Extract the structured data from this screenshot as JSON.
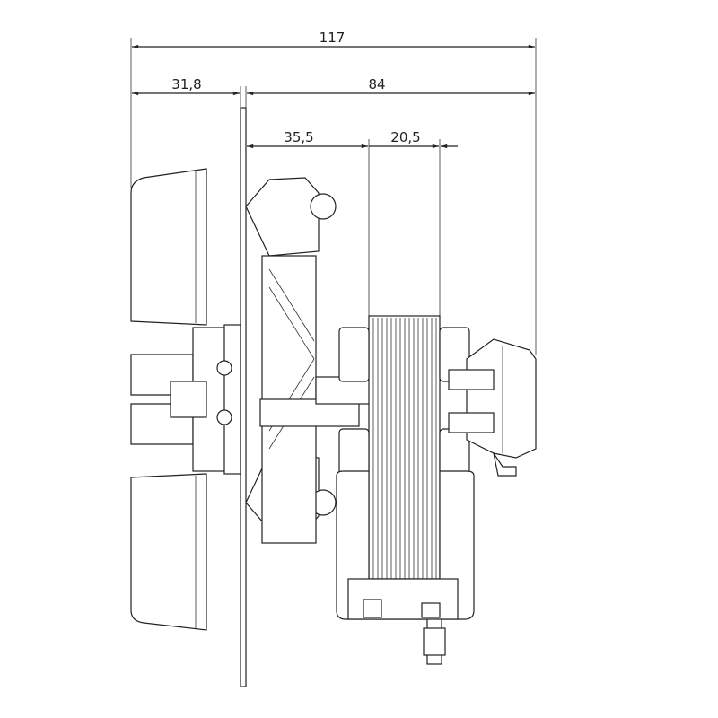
{
  "drawing": {
    "dimensions": {
      "overall_length": "117",
      "impeller_depth": "31,8",
      "motor_length": "84",
      "plate_to_stack": "35,5",
      "stack_width": "20,5"
    },
    "line_color": "#222222",
    "background": "#ffffff"
  }
}
